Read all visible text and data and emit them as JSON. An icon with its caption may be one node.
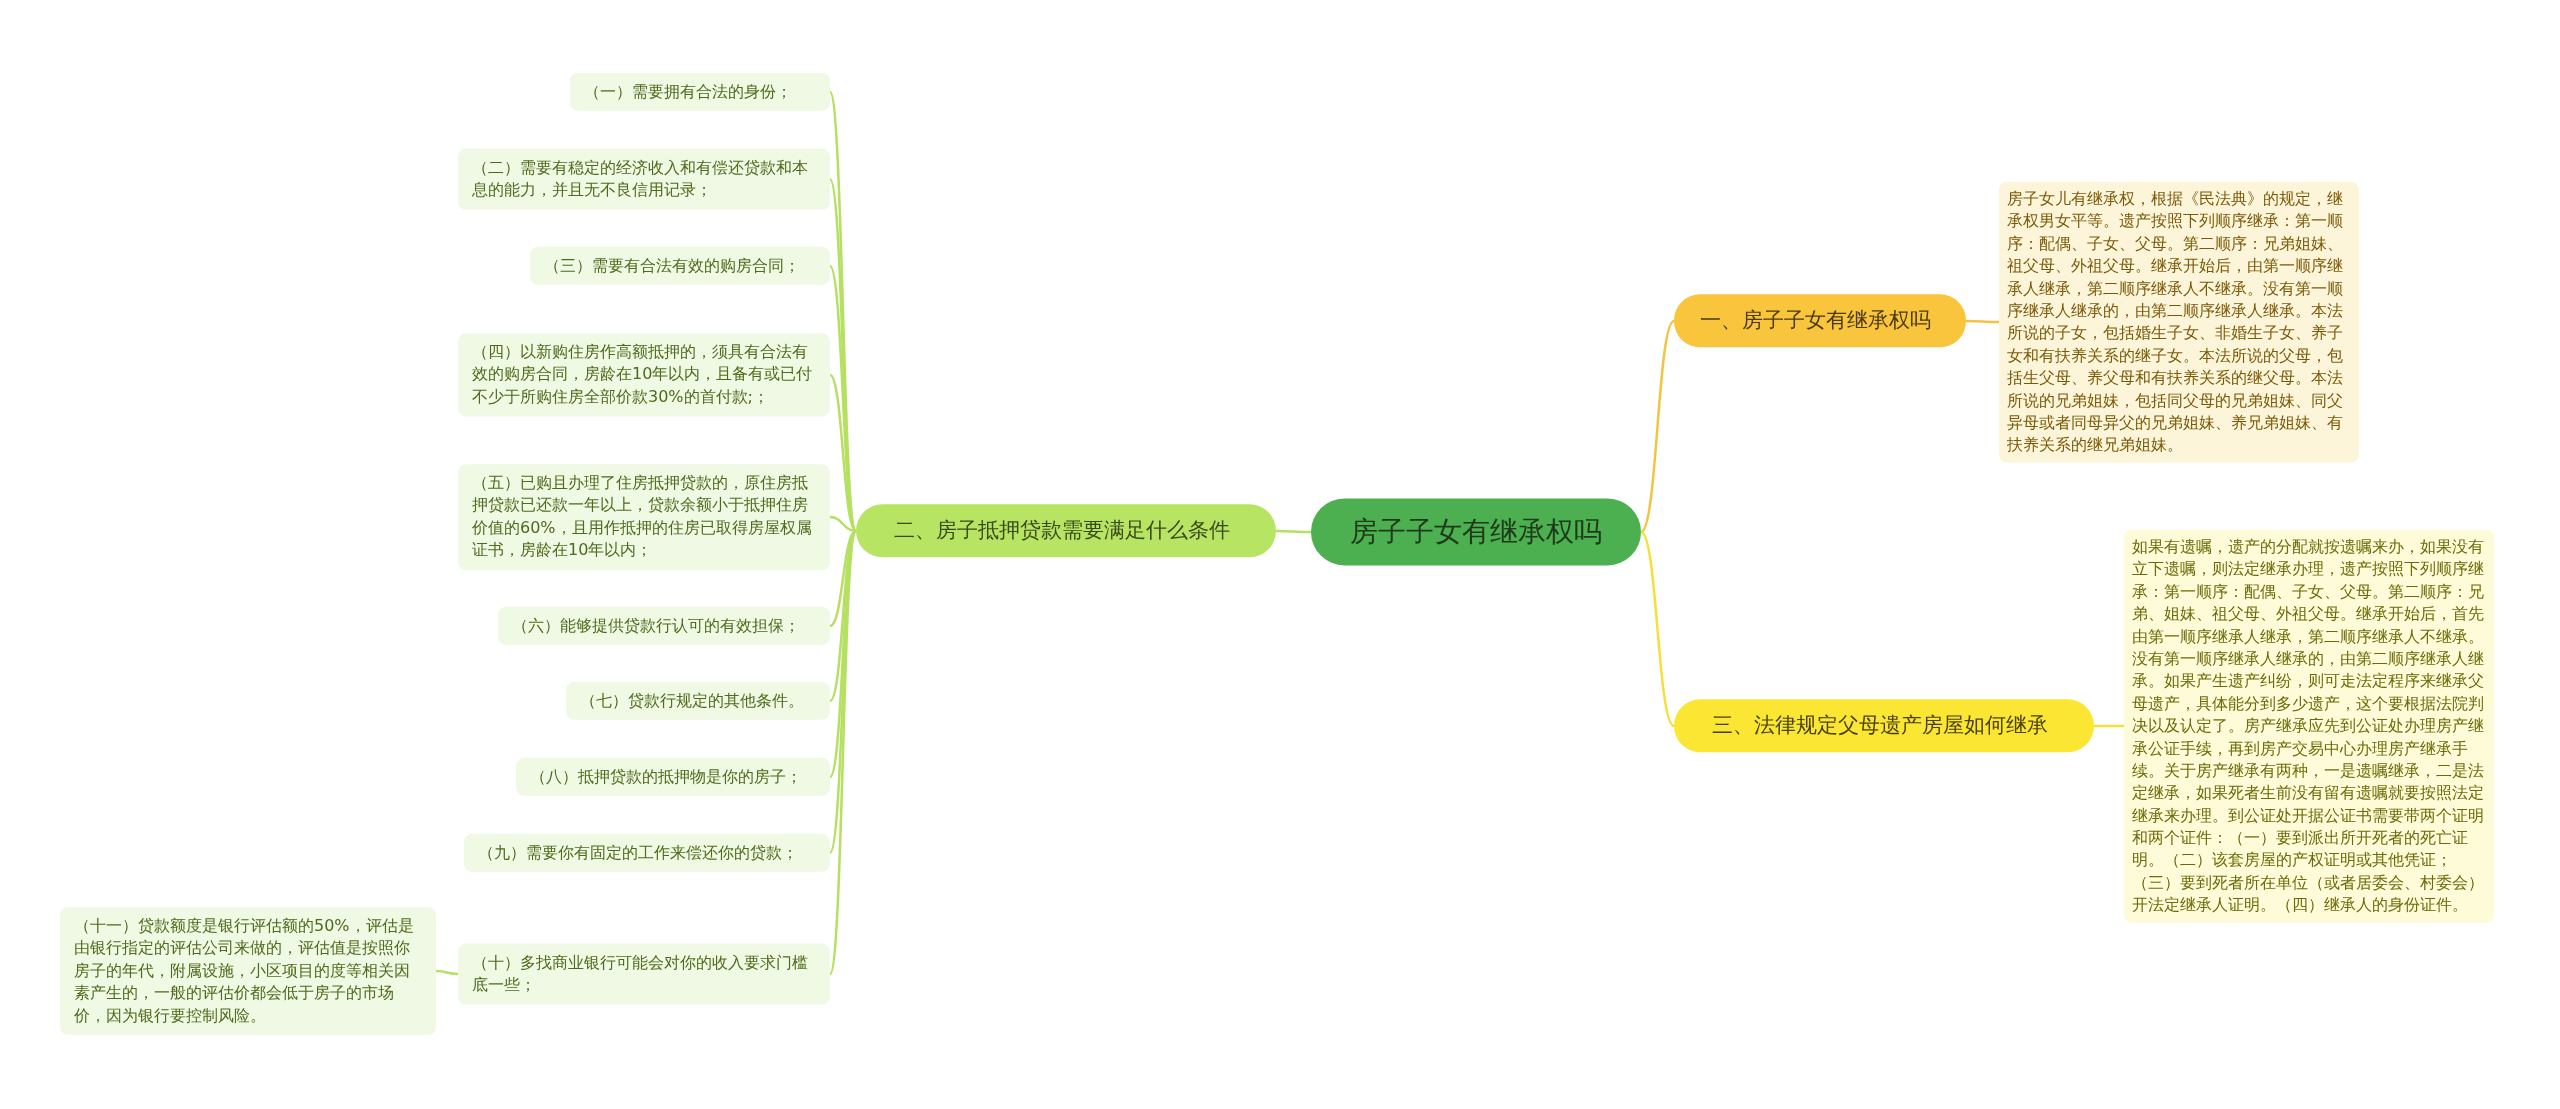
{
  "diagram": {
    "nodes": [
      {
        "text": [
          "房子子女有继承权吗"
        ]
      },
      {
        "text": [
          "一、房子子女有继承权吗"
        ]
      },
      {
        "text": [
          "房子女儿有继承权，根据《民法典》的规定，继承权男女平等。遗产按照下列顺序继承：第一顺序：配偶、子女、父母。第二顺序：兄弟姐妹、祖父母、外祖父母。继承开始后，由第一顺序继承人继承，第二顺序继承人不继承。没有第一顺序继承人继承的，由第二顺序继承人继承。本法所说的子女，包括婚生子女、非婚生子女、养子女和有扶养关系的继子女。本法所说的父母，包括生父母、养父母和有扶养关系的继父母。本法所说的兄弟姐妹，包括同父母的兄弟姐妹、同父异母或者同母异父的兄弟姐妹、养兄弟姐妹、有扶养关系的继兄弟姐妹。"
        ]
      },
      {
        "text": [
          "二、房子抵押贷款需要满足什么条件"
        ]
      },
      {
        "text": [
          "（一）需要拥有合法的身份；"
        ]
      },
      {
        "text": [
          "（二）需要有稳定的经济收入和有偿还贷款和本息的能力，并且无不良信用记录；"
        ]
      },
      {
        "text": [
          "（三）需要有合法有效的购房合同；"
        ]
      },
      {
        "text": [
          "（四）以新购住房作高额抵押的，须具有合法有效的购房合同，房龄在10年以内，且备有或已付不少于所购住房全部价款30%的首付款;；"
        ]
      },
      {
        "text": [
          "（五）已购且办理了住房抵押贷款的，原住房抵押贷款已还款一年以上，贷款余额小于抵押住房价值的60%，且用作抵押的住房已取得房屋权属证书，房龄在10年以内；"
        ]
      },
      {
        "text": [
          "（六）能够提供贷款行认可的有效担保；"
        ]
      },
      {
        "text": [
          "（七）贷款行规定的其他条件。"
        ]
      },
      {
        "text": [
          "（八）抵押贷款的抵押物是你的房子；"
        ]
      },
      {
        "text": [
          "（九）需要你有固定的工作来偿还你的贷款；"
        ]
      },
      {
        "text": [
          "（十）多找商业银行可能会对你的收入要求门槛底一些；"
        ]
      },
      {
        "text": [
          "（十一）贷款额度是银行评估额的50%，评估是由银行指定的评估公司来做的，评估值是按照你房子的年代，附属设施，小区项目的度等相关因素产生的，一般的评估价都会低于房子的市场价，因为银行要控制风险。"
        ]
      },
      {
        "text": [
          "三、法律规定父母遗产房屋如何继承"
        ]
      },
      {
        "text": [
          "如果有遗嘱，遗产的分配就按遗嘱来办，如果没有立下遗嘱，则法定继承办理，遗产按照下列顺序继承：第一顺序：配偶、子女、父母。第二顺序：兄弟、姐妹、祖父母、外祖父母。继承开始后，首先由第一顺序继承人继承，第二顺序继承人不继承。没有第一顺序继承人继承的，由第二顺序继承人继承。如果产生遗产纠纷，则可走法定程序来继承父母遗产，具体能分到多少遗产，这个要根据法院判决以及认定了。房产继承应先到公证处办理房产继承公证手续，再到房产交易中心办理房产继承手续。关于房产继承有两种，一是遗嘱继承，二是法定继承，如果死者生前没有留有遗嘱就要按照法定继承来办理。到公证处开据公证书需要带两个证明和两个证件：（一）要到派出所开死者的死亡证明。（二）该套房屋的产权证明或其他凭证；（三）要到死者所在单位（或者居委会、村委会）开法定继承人证明。（四）继承人的身份证件。"
        ]
      }
    ],
    "edges": [
      {
        "from": 0,
        "to": 1,
        "arrow": "none",
        "color": "#f5c342"
      },
      {
        "from": 1,
        "to": 2,
        "arrow": "none",
        "color": "#f5c342"
      },
      {
        "from": 0,
        "to": 3,
        "arrow": "none"
      },
      {
        "from": 3,
        "to": 4,
        "arrow": "none"
      },
      {
        "from": 3,
        "to": 5,
        "arrow": "none"
      },
      {
        "from": 3,
        "to": 6,
        "arrow": "none"
      },
      {
        "from": 3,
        "to": 7,
        "arrow": "none"
      },
      {
        "from": 3,
        "to": 8,
        "arrow": "none"
      },
      {
        "from": 3,
        "to": 9,
        "arrow": "none"
      },
      {
        "from": 3,
        "to": 10,
        "arrow": "none"
      },
      {
        "from": 3,
        "to": 11,
        "arrow": "none"
      },
      {
        "from": 3,
        "to": 12,
        "arrow": "none"
      },
      {
        "from": 3,
        "to": 13,
        "arrow": "none"
      },
      {
        "from": 13,
        "to": 14,
        "arrow": "none"
      },
      {
        "from": 0,
        "to": 15,
        "arrow": "none",
        "color": "#f7df3a"
      },
      {
        "from": 15,
        "to": 16,
        "arrow": "none",
        "color": "#f7df3a"
      }
    ]
  }
}
